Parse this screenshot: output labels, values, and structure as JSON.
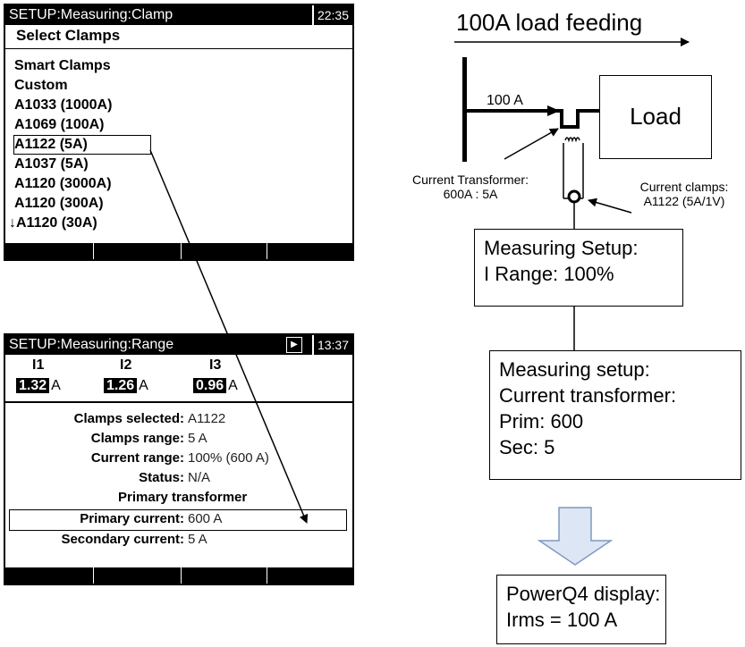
{
  "clamp_screen": {
    "title": "SETUP:Measuring:Clamp",
    "time": "22:35",
    "heading": "Select Clamps",
    "items": [
      "Smart Clamps",
      "Custom",
      "A1033 (1000A)",
      "A1069 (100A)",
      "A1122 (5A)",
      "A1037 (5A)",
      "A1120 (3000A)",
      "A1120 (300A)",
      "↓A1120 (30A)"
    ],
    "selected_index": 4
  },
  "range_screen": {
    "title": "SETUP:Measuring:Range",
    "play_icon": "▶",
    "time": "13:37",
    "channels": [
      {
        "name": "I1",
        "value": "1.32",
        "unit": "A"
      },
      {
        "name": "I2",
        "value": "1.26",
        "unit": "A"
      },
      {
        "name": "I3",
        "value": "0.96",
        "unit": "A"
      }
    ],
    "rows": {
      "clamps_selected": {
        "label": "Clamps selected:",
        "value": "A1122"
      },
      "clamps_range": {
        "label": "Clamps range:",
        "value": "5 A"
      },
      "current_range": {
        "label": "Current range:",
        "value": "100% (600 A)"
      },
      "status": {
        "label": "Status:",
        "value": "N/A"
      },
      "primary_transformer": {
        "label": "Primary transformer"
      },
      "primary_current": {
        "label": "Primary current:",
        "value": "600 A"
      },
      "secondary_current": {
        "label": "Secondary current:",
        "value": "5 A"
      }
    }
  },
  "diagram": {
    "load_feeding": "100A load feeding",
    "line_current": "100 A",
    "load": "Load",
    "ct_label_1": "Current Transformer:",
    "ct_label_2": "600A : 5A",
    "clamps_label_1": "Current clamps:",
    "clamps_label_2": "A1122 (5A/1V)",
    "box_setup": [
      "Measuring Setup:",
      "I Range: 100%"
    ],
    "box_ct": [
      "Measuring setup:",
      "Current transformer:",
      "Prim: 600",
      "Sec: 5"
    ],
    "box_display": [
      "PowerQ4 display:",
      "Irms = 100 A"
    ],
    "arrow_fill": "#dde6f4",
    "arrow_stroke": "#7f98c0"
  }
}
